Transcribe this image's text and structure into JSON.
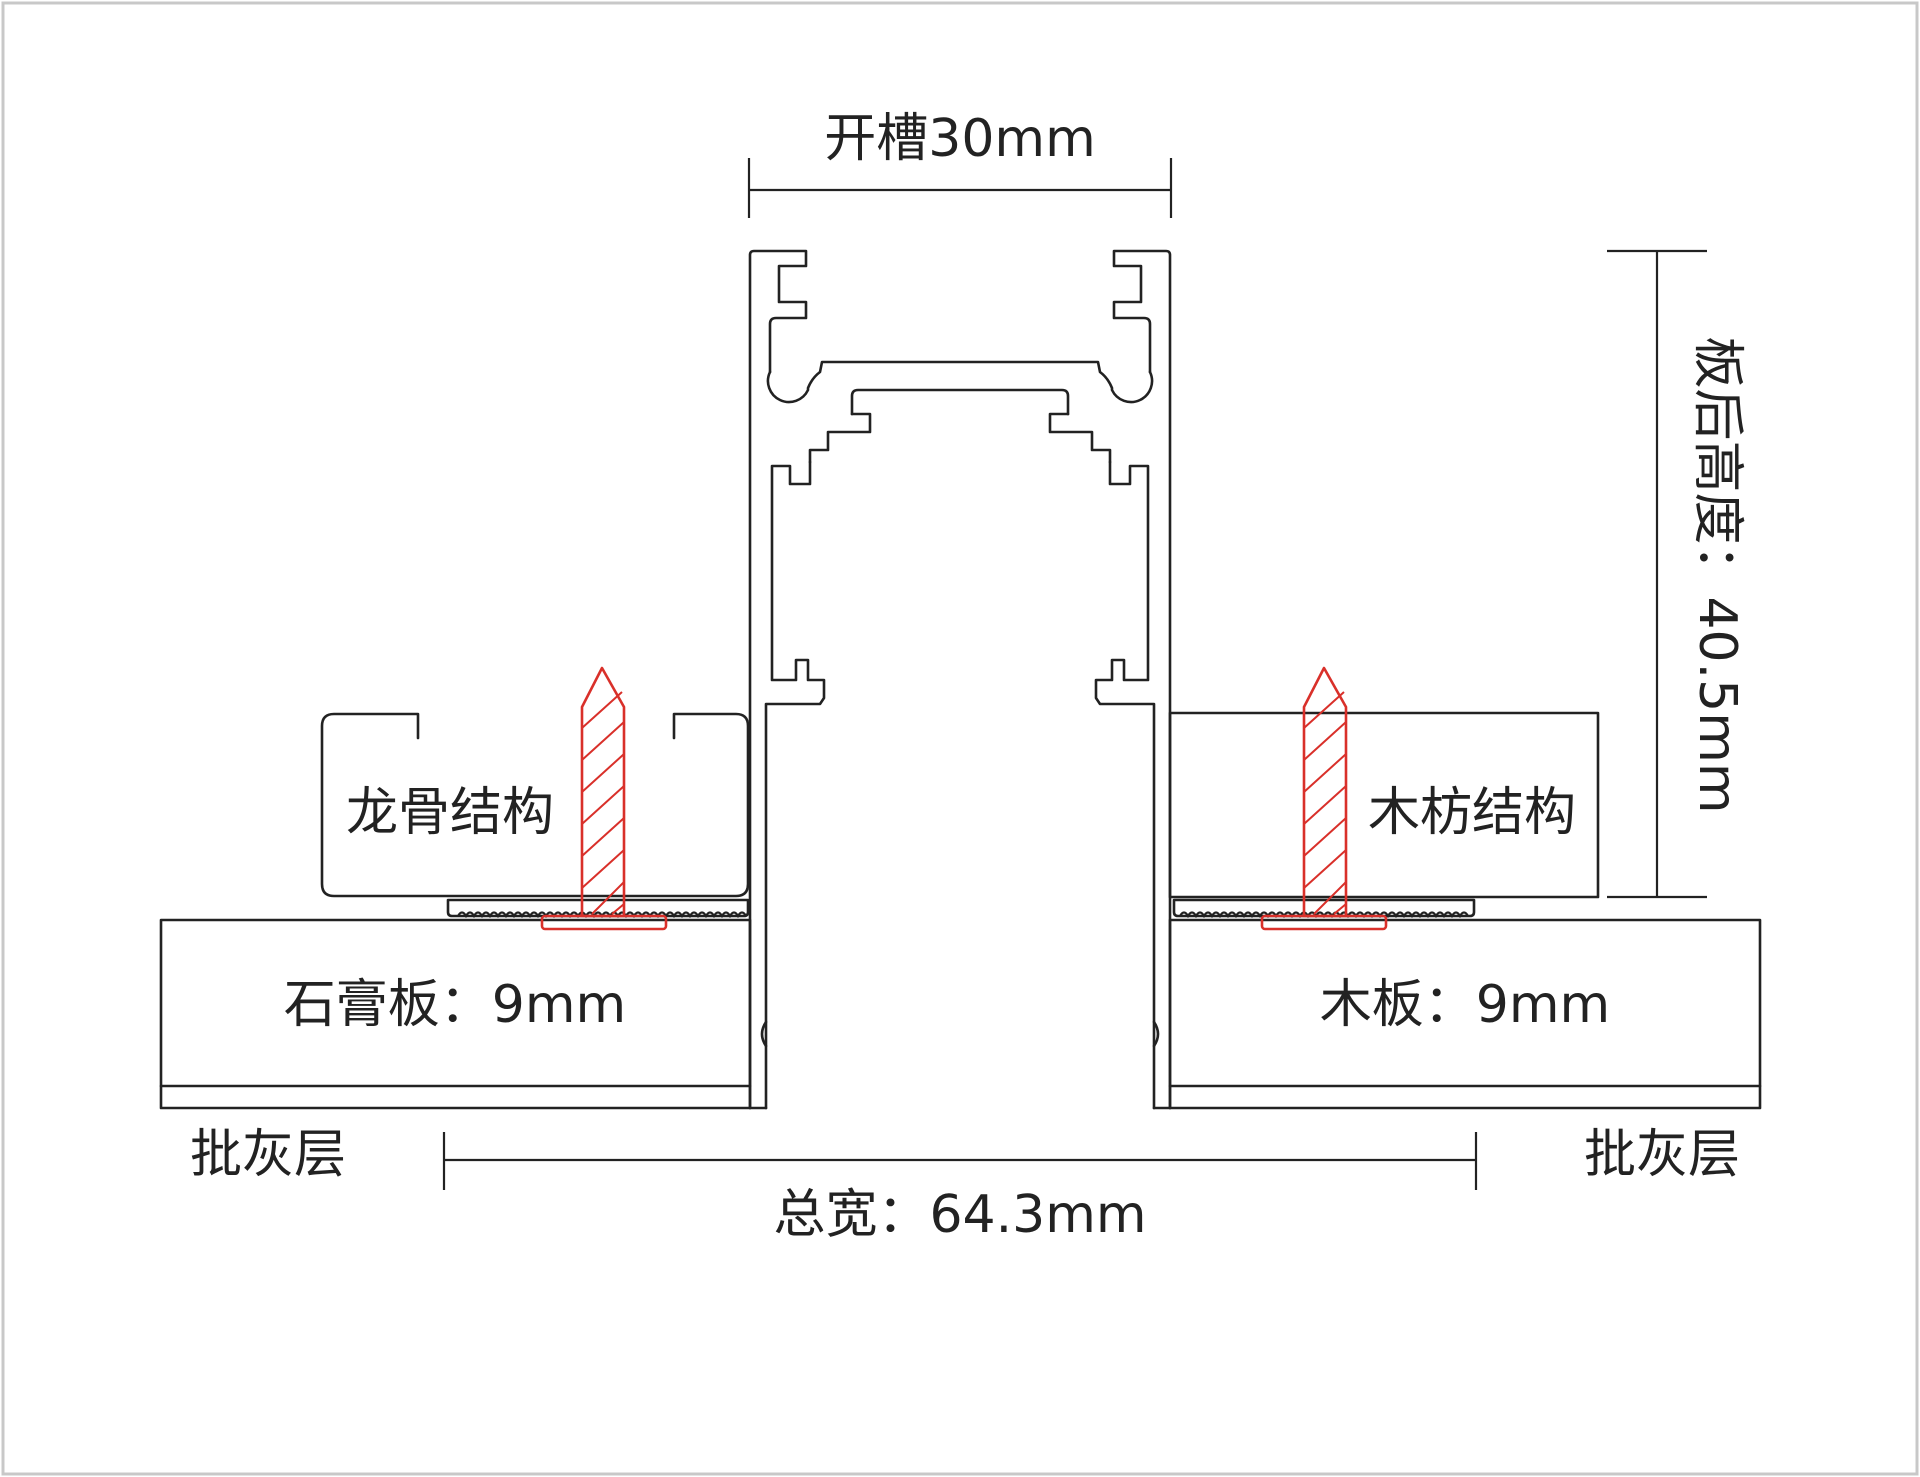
{
  "labels": {
    "slot_width": "开槽30mm",
    "height_behind_board": "板后高度：40.5mm",
    "keel_structure": "龙骨结构",
    "wood_batten_structure": "木枋结构",
    "gypsum_board": "石膏板：9mm",
    "wood_board": "木板：9mm",
    "putty_layer_left": "批灰层",
    "putty_layer_right": "批灰层",
    "total_width": "总宽：64.3mm"
  },
  "colors": {
    "line": "#222222",
    "screw": "#d9302a",
    "background": "#ffffff",
    "frame": "#c8c8c8"
  }
}
